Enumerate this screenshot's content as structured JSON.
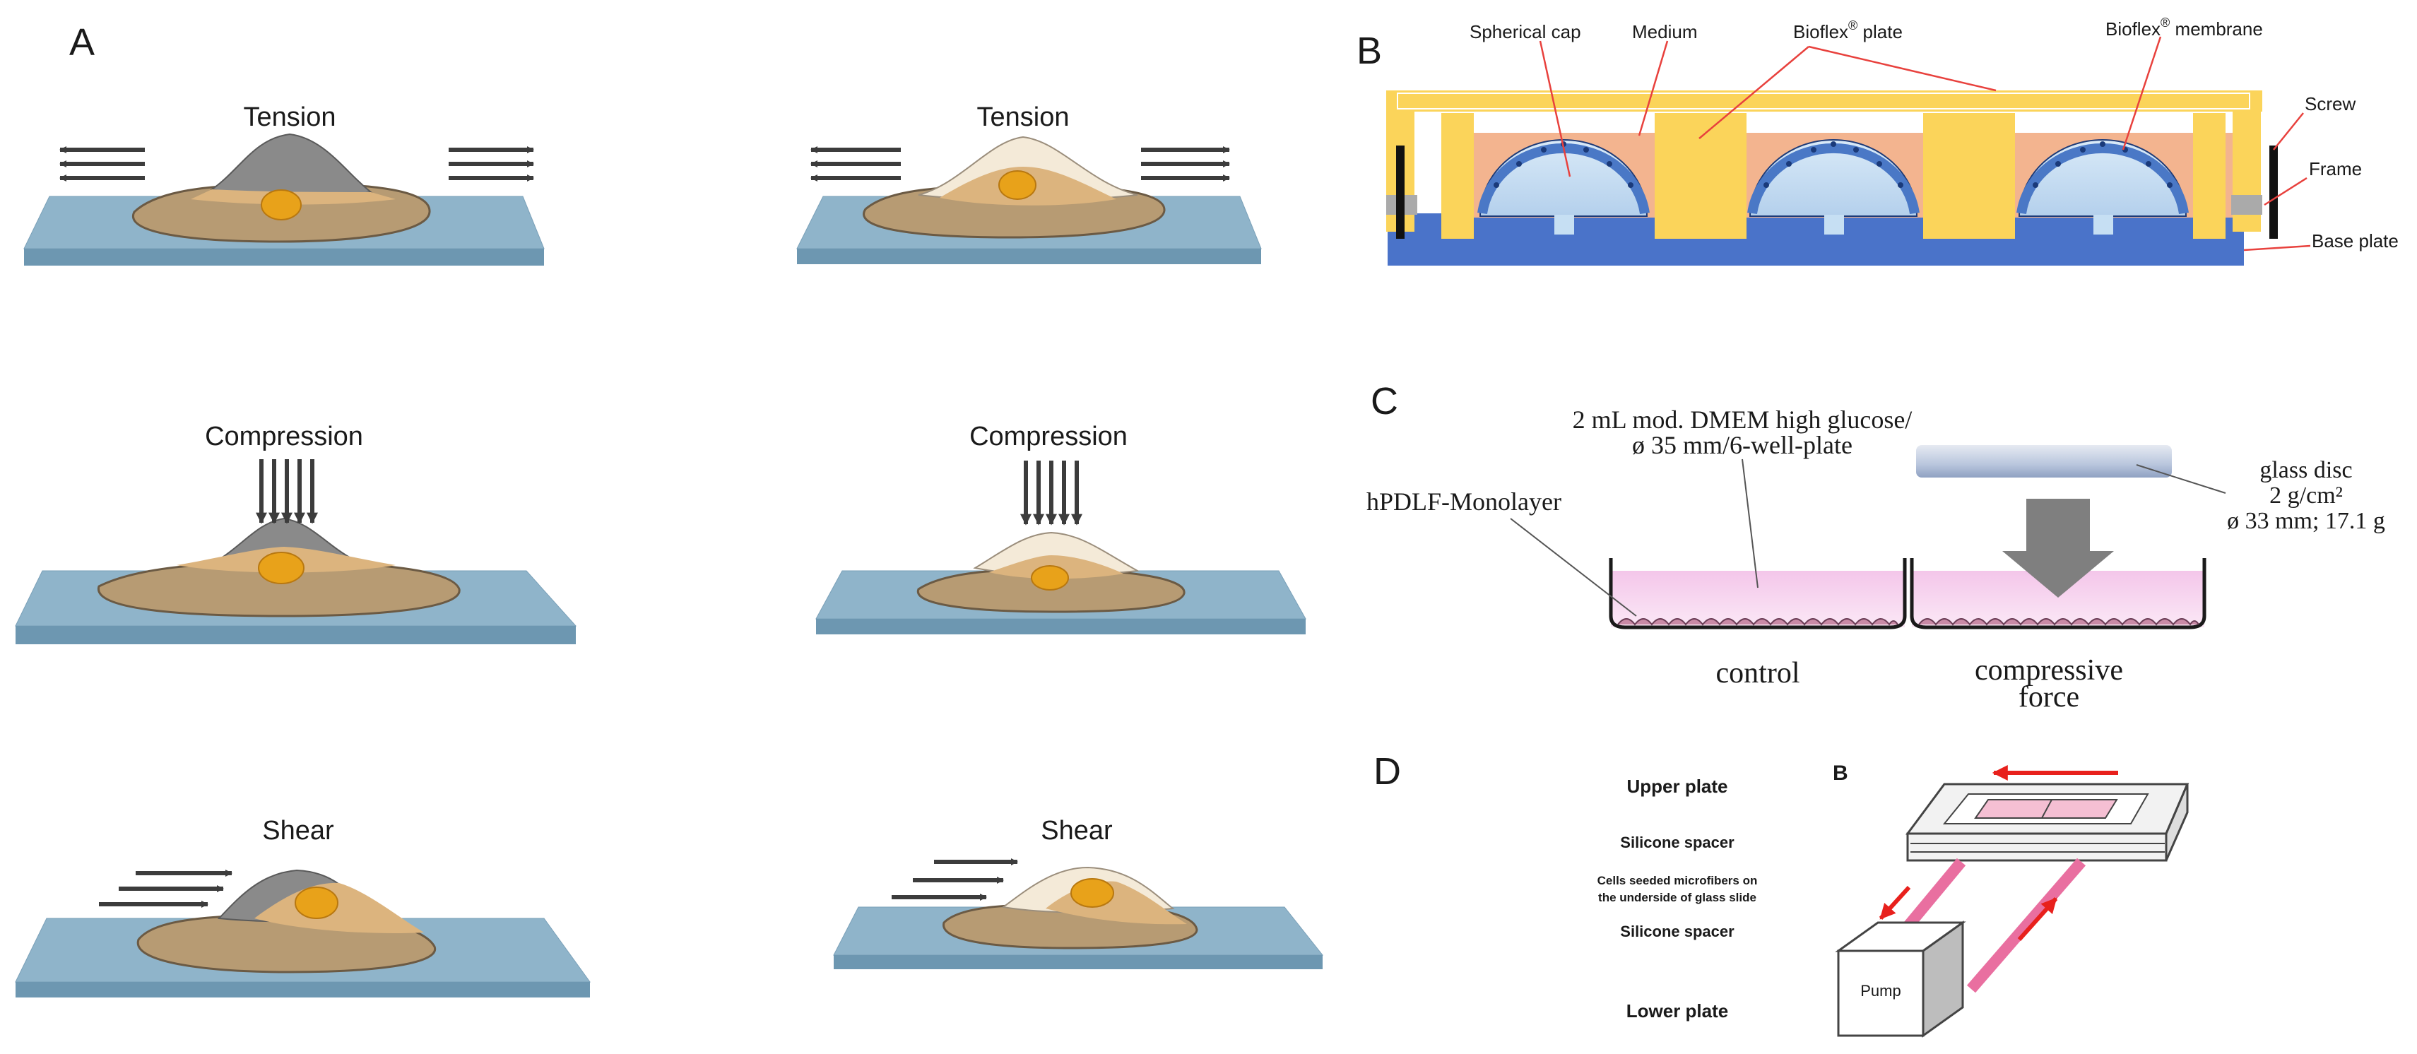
{
  "panel_a": {
    "letter": "A",
    "labels": {
      "tension": "Tension",
      "compression": "Compression",
      "shear": "Shear"
    }
  },
  "panel_b": {
    "letter": "B",
    "labels": {
      "spherical_cap": "Spherical cap",
      "medium": "Medium",
      "bioflex_plate": "Bioflex",
      "bioflex_plate_suffix": " plate",
      "bioflex_membrane": "Bioflex",
      "bioflex_membrane_suffix": " membrane",
      "registered_mark": "®",
      "screw": "Screw",
      "frame": "Frame",
      "base_plate": "Base plate"
    }
  },
  "panel_c": {
    "letter": "C",
    "labels": {
      "medium_line1": "2 mL mod. DMEM high glucose/",
      "medium_line2": "ø 35 mm/6-well-plate",
      "monolayer": "hPDLF-Monolayer",
      "disc_line1": "glass disc",
      "disc_line2": "2 g/cm²",
      "disc_line3": "ø 33 mm; 17.1 g",
      "control": "control",
      "force_line1": "compressive",
      "force_line2": "force"
    }
  },
  "panel_d": {
    "letter": "D",
    "labels": {
      "upper_plate": "Upper plate",
      "spacer_top": "Silicone spacer",
      "cells_line1": "Cells seeded microfibers on",
      "cells_line2": "the underside of glass slide",
      "spacer_bottom": "Silicone spacer",
      "lower_plate": "Lower plate",
      "sub_letter": "B",
      "pump": "Pump"
    }
  },
  "colors": {
    "substrate_top": "#8fb4ca",
    "substrate_side": "#6d97b1",
    "cell_body": "#cdb07b",
    "nucleus": "#e8a21a",
    "yellow_frame": "#fbd45a",
    "blue_base": "#4a73c9",
    "cap_fill": "#c6dff3",
    "medium_fill": "#f3b48f",
    "membrane": "#4a78c6",
    "leader_red": "#e8413d",
    "pink_medium": "#f7d4ee",
    "arrow_gray": "#7f7f7f",
    "pink_tube": "#e96fa0",
    "flow_red": "#e8201c"
  }
}
